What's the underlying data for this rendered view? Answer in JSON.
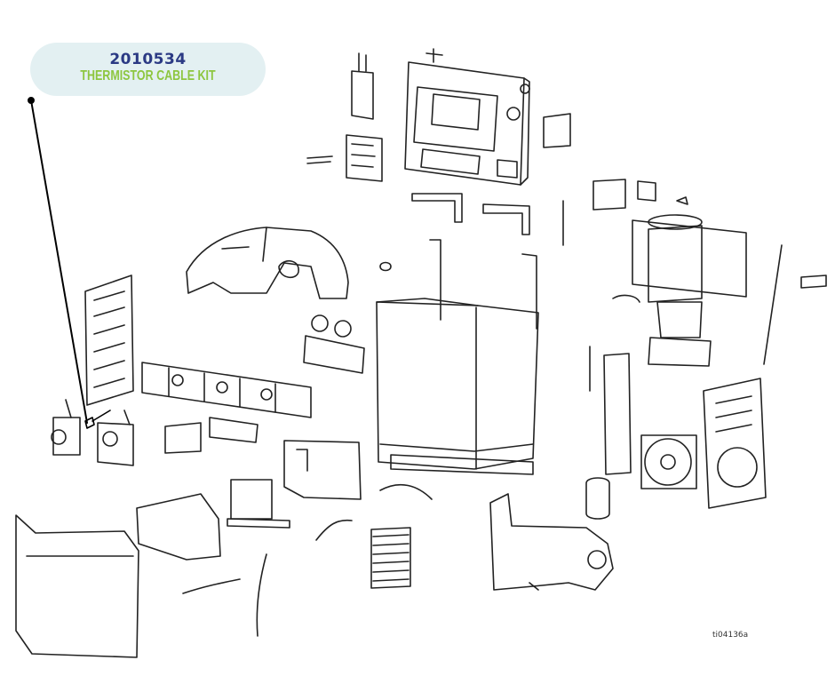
{
  "callout": {
    "part_number": "2010534",
    "part_name": "THERMISTOR CABLE KIT"
  },
  "figure_id": "ti04136a",
  "colors": {
    "callout_bg": "#e3f0f2",
    "part_number": "#2b3a84",
    "part_name": "#8dc63f",
    "leader_line": "#000000"
  }
}
